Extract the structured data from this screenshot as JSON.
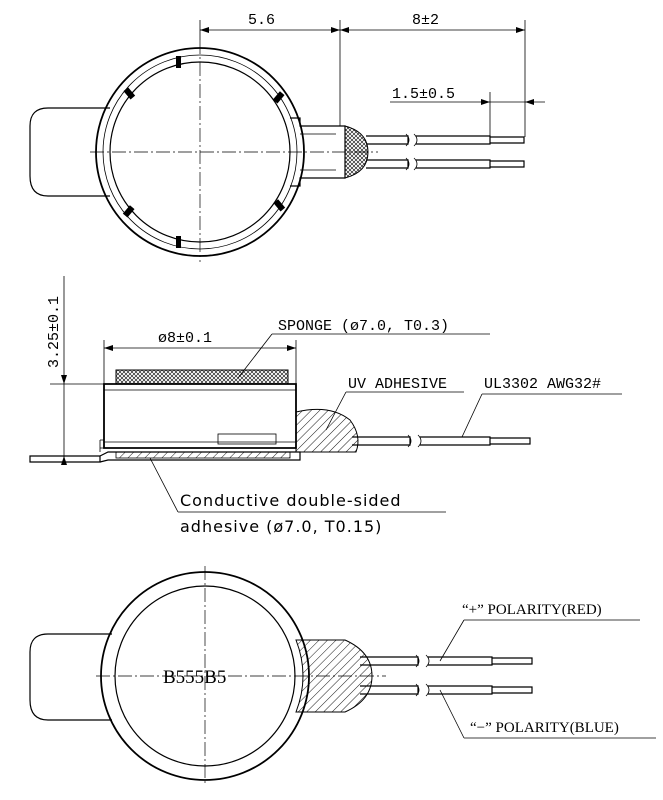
{
  "top_view": {
    "dims": {
      "diameter_offset": "5.6",
      "lead_length": "8±2",
      "strip_length": "1.5±0.5"
    }
  },
  "side_view": {
    "dims": {
      "height": "3.25±0.1",
      "diameter": "ø8±0.1"
    },
    "labels": {
      "sponge": "SPONGE (ø7.0, T0.3)",
      "uv_adhesive": "UV ADHESIVE",
      "wire": "UL3302 AWG32#",
      "adhesive_line1": "Conductive double-sided",
      "adhesive_line2": "adhesive (ø7.0, T0.15)"
    }
  },
  "bottom_view": {
    "marking": "B555B5",
    "labels": {
      "positive": "“+” POLARITY(RED)",
      "negative": "“−” POLARITY(BLUE)"
    }
  }
}
